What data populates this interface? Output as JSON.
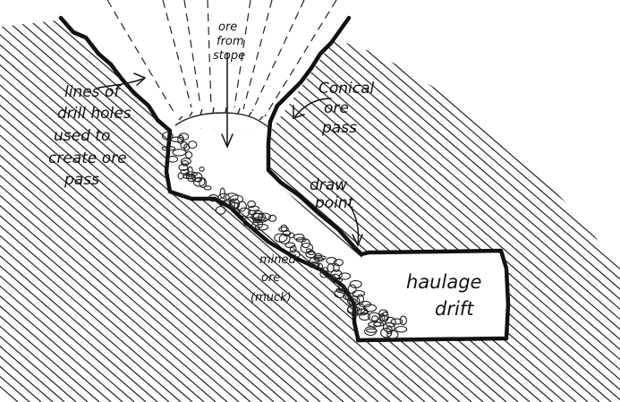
{
  "labels": {
    "drill_lines": [
      "lines of",
      "drill holes",
      "used to",
      "create ore",
      "pass"
    ],
    "ore_from_stope": [
      "ore",
      "from",
      "stope"
    ],
    "conical_pass": [
      "Conical",
      "ore",
      "pass"
    ],
    "draw_point": [
      "draw",
      "point"
    ],
    "mined_ore": [
      "mined",
      "ore",
      "(muck)"
    ],
    "haulage_drift": [
      "haulage",
      "drift"
    ]
  },
  "colors": {
    "ink": "#111111",
    "hatch": "#222222",
    "paper": "#ffffff"
  }
}
